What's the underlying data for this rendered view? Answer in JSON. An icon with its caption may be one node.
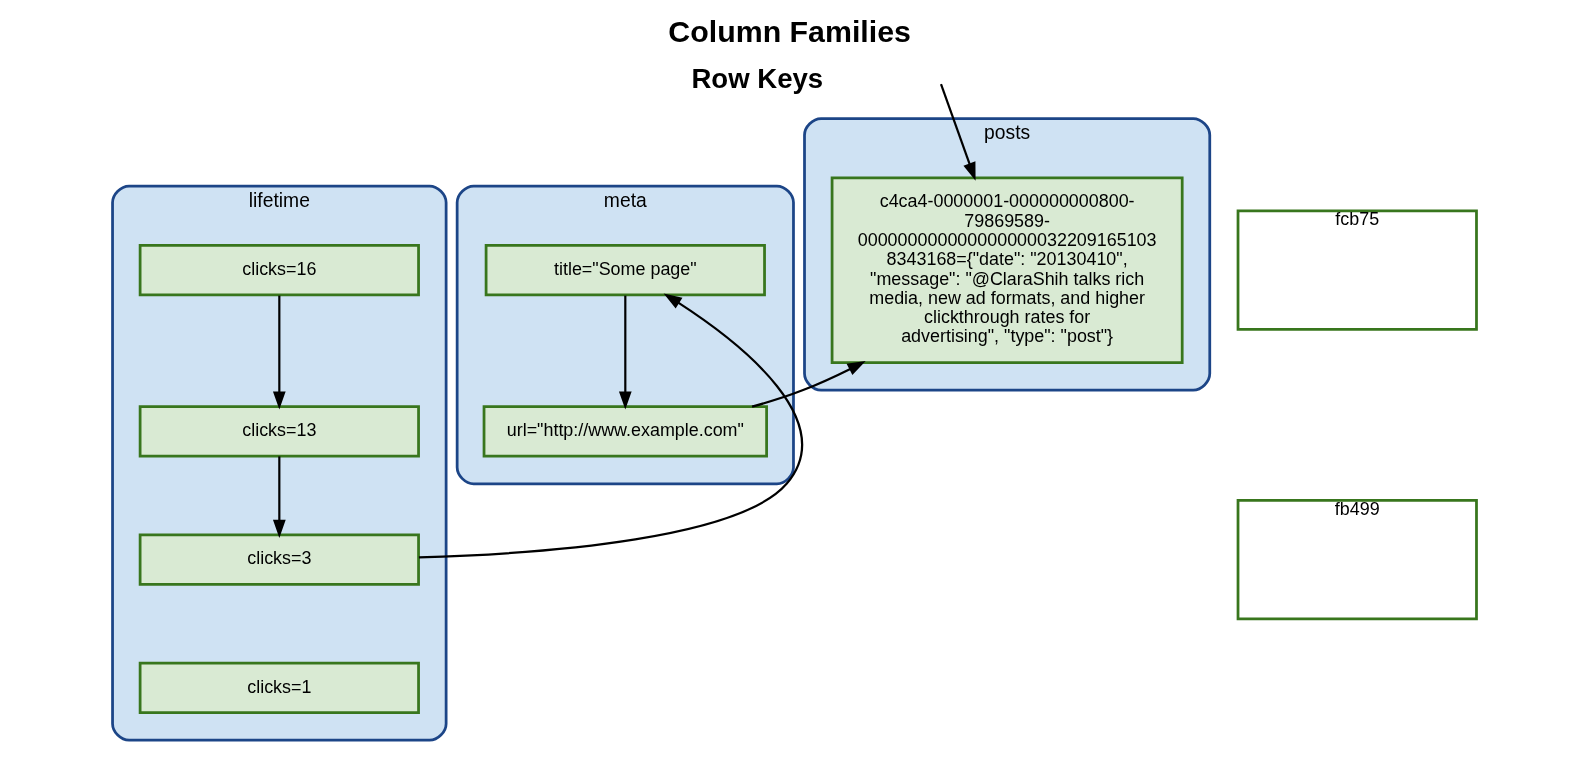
{
  "diagram": {
    "title": "Column Families",
    "nodes": [
      {
        "text": [
          "lifetime"
        ]
      },
      {
        "text": [
          "meta"
        ]
      },
      {
        "text": [
          "posts"
        ]
      },
      {
        "text": [
          "fcb75"
        ]
      },
      {
        "text": [
          "fb499"
        ]
      },
      {
        "text": [
          "clicks=16"
        ],
        "in": 0
      },
      {
        "text": [
          "clicks=13"
        ],
        "in": 0
      },
      {
        "text": [
          "clicks=3"
        ],
        "in": 0
      },
      {
        "text": [
          "title=\"Some page\""
        ],
        "in": 1
      },
      {
        "text": [
          "url=\"http://www.example.com\""
        ],
        "in": 1
      },
      {
        "text": [
          "c4ca4-0000001-000000000800- 79869589- 000000000000000000032209165103 8343168={\"date\": \"20130410\", \"message\": \"@ClaraShih talks rich media, new ad formats, and higher clickthrough rates for advertising\", \"type\": \"post\"}"
        ],
        "in": 2
      },
      {
        "text": [
          "clicks=1"
        ],
        "in": 0
      }
    ],
    "edges": [
      {
        "from": 5,
        "to": 6,
        "arrow": "to"
      },
      {
        "from": 6,
        "to": 7,
        "arrow": "to"
      },
      {
        "from": 7,
        "to": 8,
        "arrow": "to"
      },
      {
        "from": 8,
        "to": 9,
        "arrow": "to"
      },
      {
        "from": 9,
        "to": 10,
        "arrow": "to"
      },
      {
        "from": null,
        "to": 10,
        "arrow": "to"
      }
    ],
    "labels": [
      "Row Keys"
    ]
  }
}
